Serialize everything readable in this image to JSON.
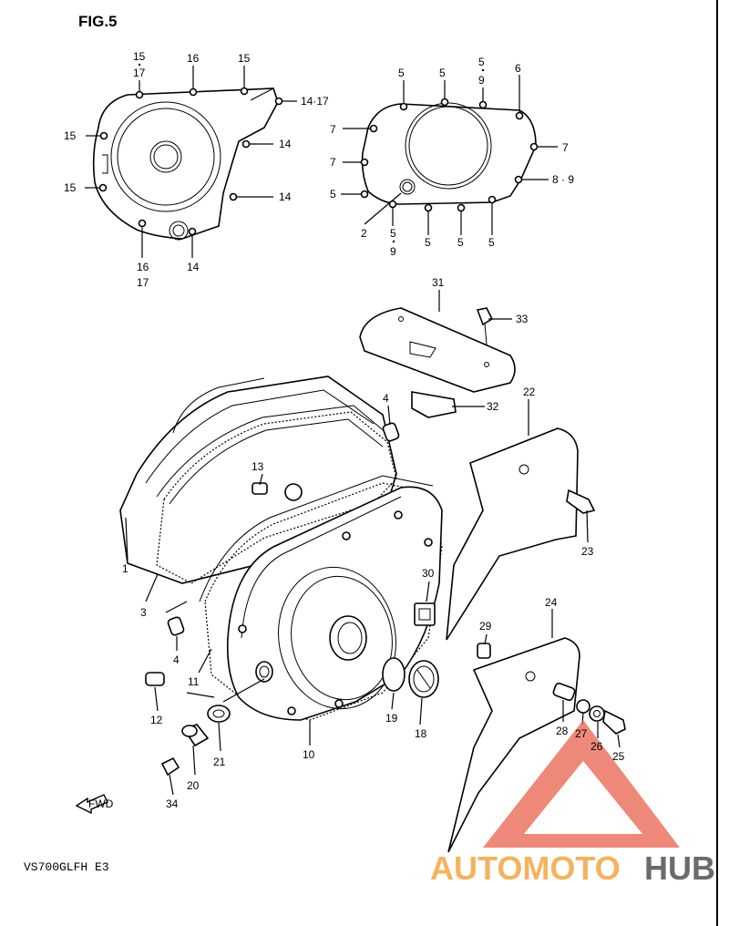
{
  "figure": {
    "title": "FIG.5",
    "model": "VS700GLFH E3"
  },
  "watermark": {
    "part1": "AUTOMOTO",
    "part2": "HUB",
    "color1": "#f3b35f",
    "color2": "#6b6b6b",
    "triangle_color": "#e8614d"
  },
  "fwd_label": "FWD",
  "callouts": {
    "c15a": "15",
    "c17a": "17",
    "c16a": "16",
    "c15b": "15",
    "c1417": "14·17",
    "c15c": "15",
    "c14a": "14",
    "c15d": "15",
    "c14b": "14",
    "c16b": "16",
    "c17b": "17",
    "c14c": "14",
    "c5a": "5",
    "c5b": "5",
    "c5c": "5",
    "c9a": "9",
    "c6": "6",
    "c7a": "7",
    "c7b": "7",
    "c7c": "7",
    "c5d": "5",
    "c89": "8 · 9",
    "c2": "2",
    "c5e": "5",
    "c9b": "9",
    "c5f": "5",
    "c5g": "5",
    "c5h": "5",
    "c31": "31",
    "c33": "33",
    "c4a": "4",
    "c32": "32",
    "c22": "22",
    "c13": "13",
    "c1": "1",
    "c23": "23",
    "c3": "3",
    "c30": "30",
    "c24": "24",
    "c29": "29",
    "c4b": "4",
    "c11": "11",
    "c12": "12",
    "c19": "19",
    "c18": "18",
    "c10": "10",
    "c28": "28",
    "c27": "27",
    "c26": "26",
    "c25": "25",
    "c21": "21",
    "c20": "20",
    "c34": "34"
  }
}
